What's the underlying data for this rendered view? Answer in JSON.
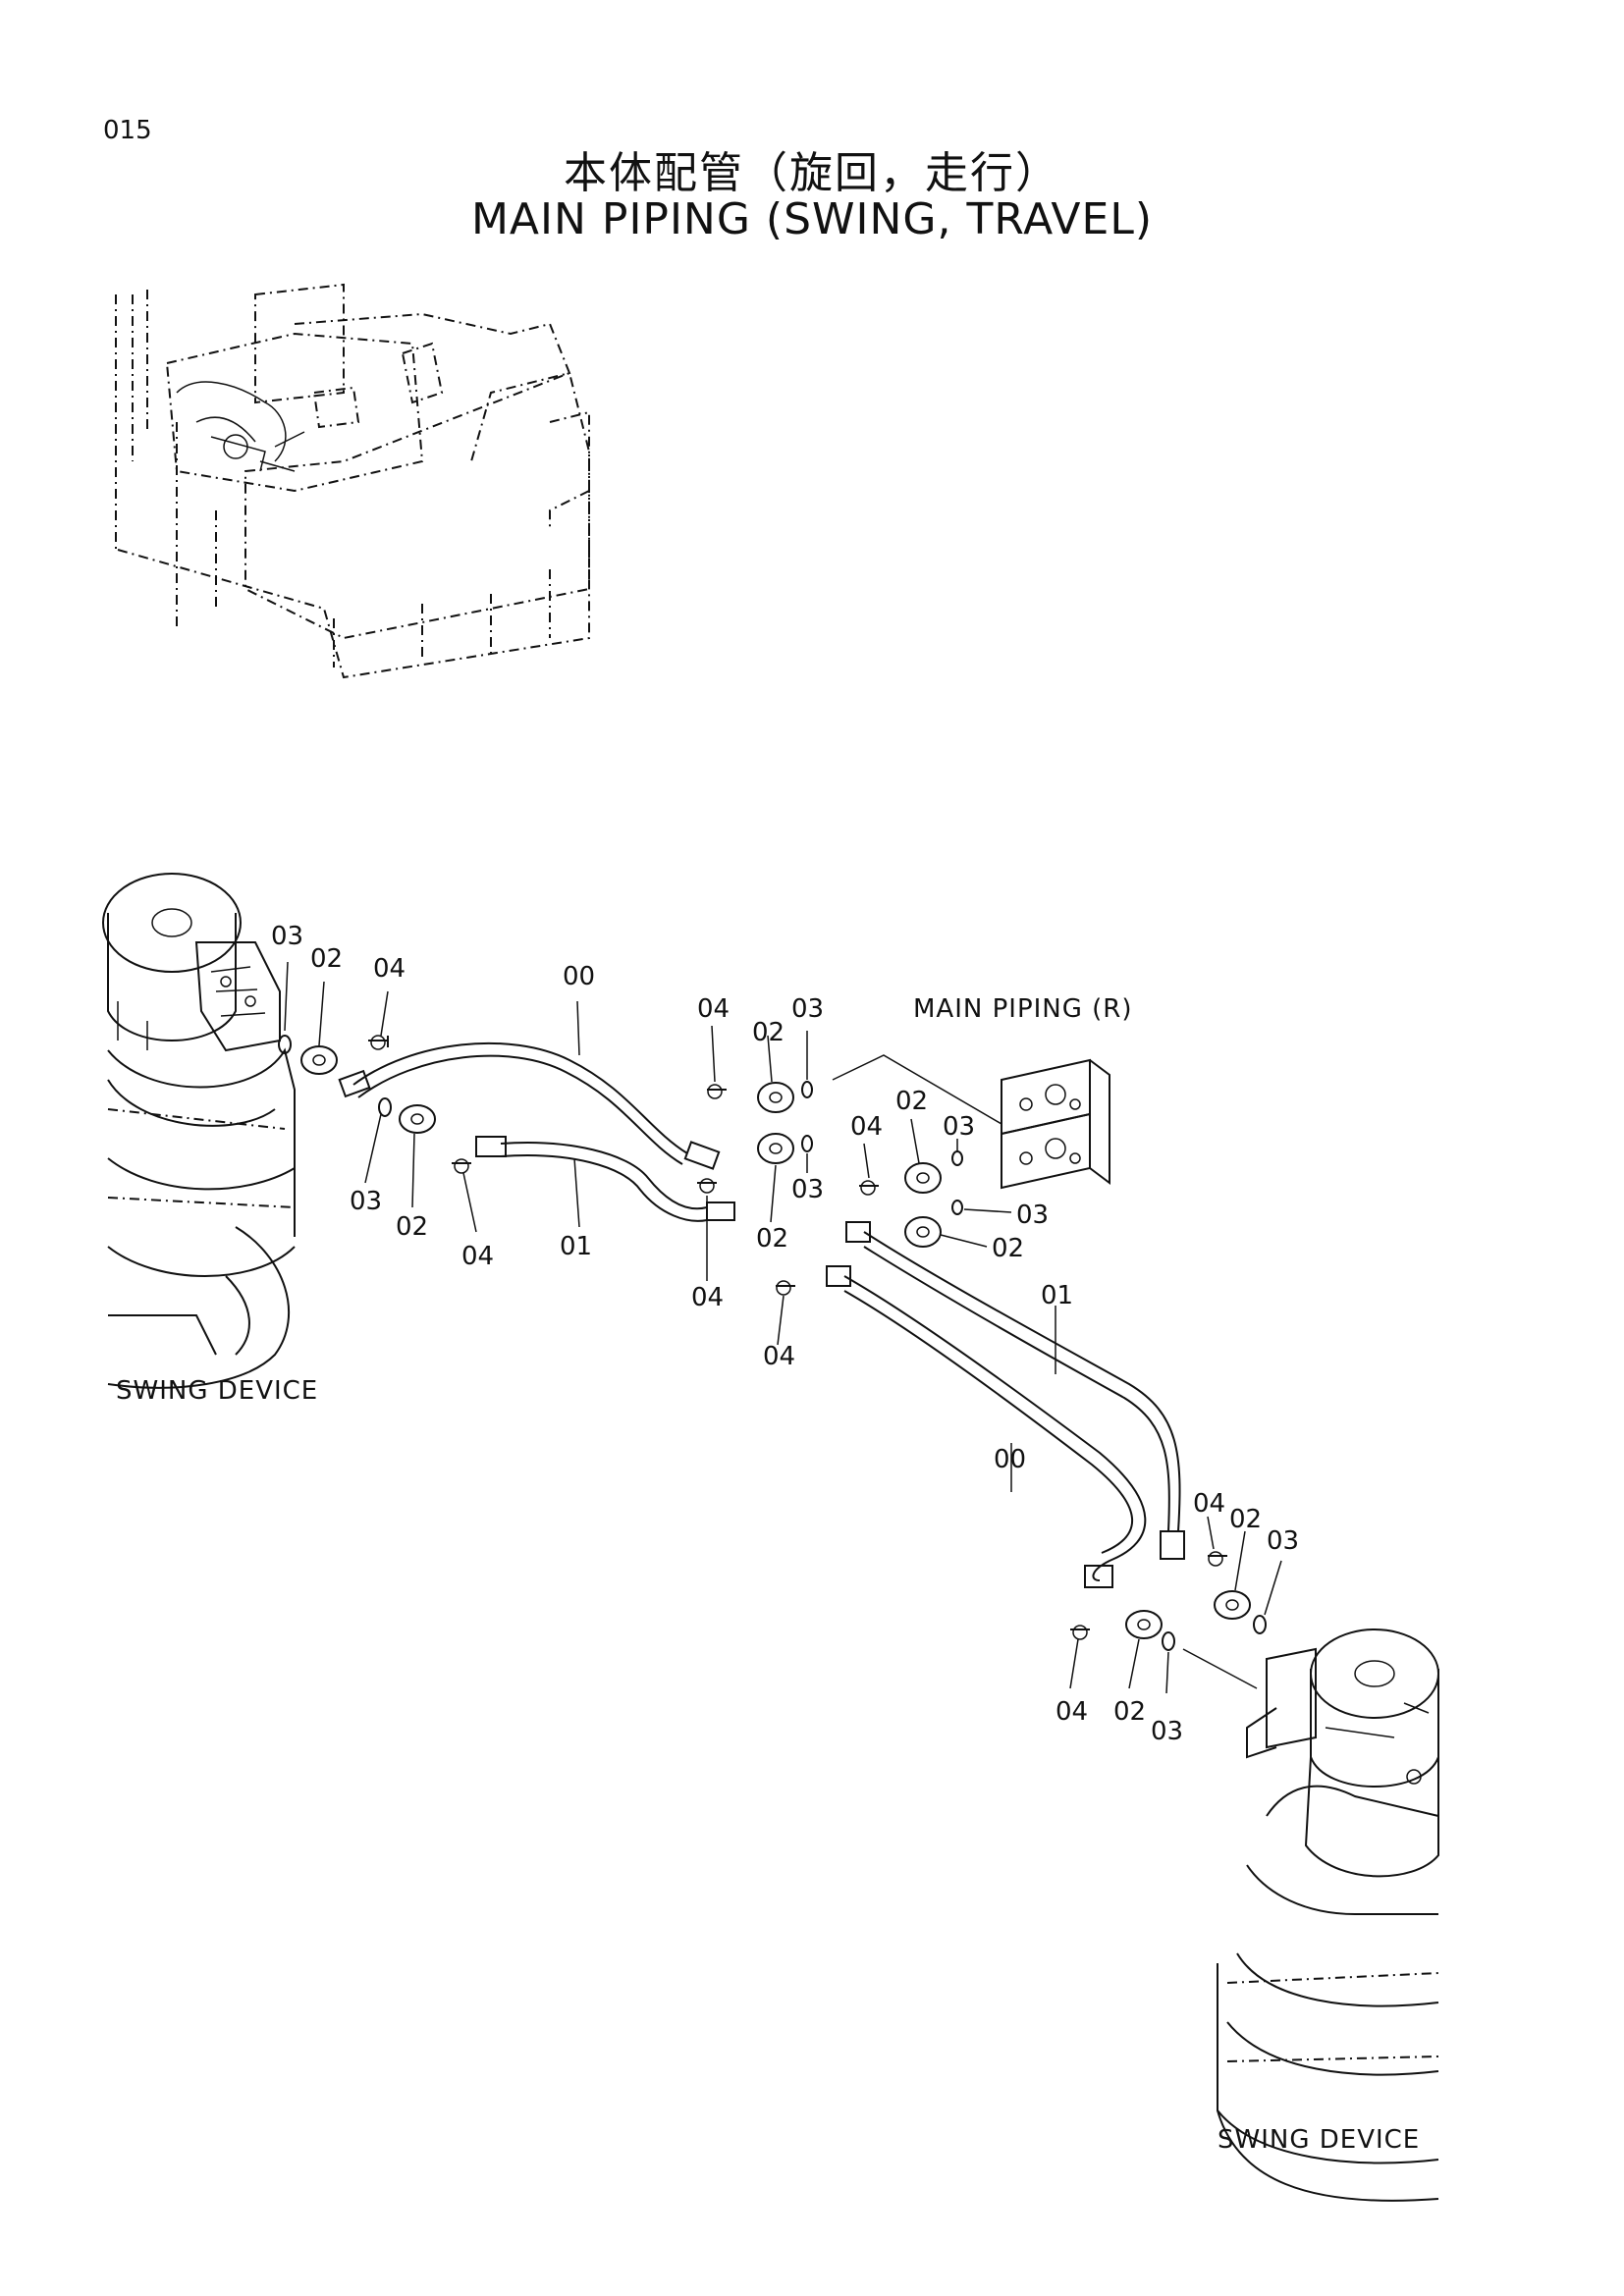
{
  "header": {
    "page_number": "015",
    "title_jp": "本体配管（旋回，走行）",
    "title_en": "MAIN PIPING (SWING, TRAVEL)"
  },
  "captions": {
    "swing_device_left": "SWING DEVICE",
    "swing_device_right": "SWING DEVICE",
    "main_piping_r": "MAIN PIPING (R)"
  },
  "callouts": [
    {
      "id": "c1",
      "label": "03"
    },
    {
      "id": "c2",
      "label": "02"
    },
    {
      "id": "c3",
      "label": "04"
    },
    {
      "id": "c4",
      "label": "00"
    },
    {
      "id": "c5",
      "label": "03"
    },
    {
      "id": "c6",
      "label": "02"
    },
    {
      "id": "c7",
      "label": "04"
    },
    {
      "id": "c8",
      "label": "01"
    },
    {
      "id": "c9",
      "label": "04"
    },
    {
      "id": "c10",
      "label": "02"
    },
    {
      "id": "c11",
      "label": "03"
    },
    {
      "id": "c12",
      "label": "03"
    },
    {
      "id": "c13",
      "label": "02"
    },
    {
      "id": "c14",
      "label": "04"
    },
    {
      "id": "c15",
      "label": "04"
    },
    {
      "id": "c16",
      "label": "02"
    },
    {
      "id": "c17",
      "label": "03"
    },
    {
      "id": "c18",
      "label": "03"
    },
    {
      "id": "c19",
      "label": "02"
    },
    {
      "id": "c20",
      "label": "04"
    },
    {
      "id": "c21",
      "label": "01"
    },
    {
      "id": "c22",
      "label": "00"
    },
    {
      "id": "c23",
      "label": "04"
    },
    {
      "id": "c24",
      "label": "02"
    },
    {
      "id": "c25",
      "label": "03"
    },
    {
      "id": "c26",
      "label": "04"
    },
    {
      "id": "c27",
      "label": "02"
    },
    {
      "id": "c28",
      "label": "03"
    }
  ]
}
